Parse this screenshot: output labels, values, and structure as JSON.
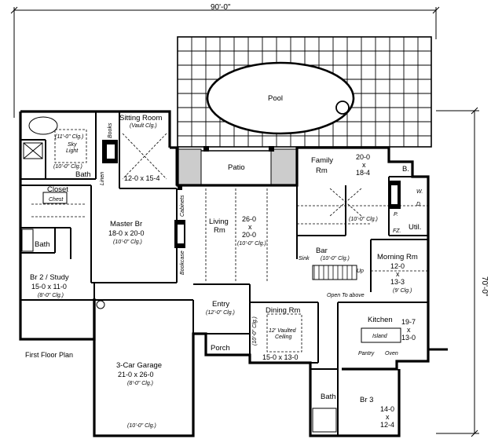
{
  "overall": {
    "width_dim": "90'-0\"",
    "depth_dim": "70'-0\""
  },
  "plan_title": "First Floor Plan",
  "rooms": {
    "pool": {
      "name": "Pool"
    },
    "patio": {
      "name": "Patio"
    },
    "sitting": {
      "name": "Sitting Room",
      "note": "(Vault Clg.)",
      "size": "12-0 x 15-4"
    },
    "sky": {
      "line1": "Sky",
      "line2": "Light",
      "ceiling_a": "(11'-0\" Clg.)",
      "ceiling_b": "(10'-0\" Clg.)"
    },
    "master_bath": {
      "name": "Bath"
    },
    "closet": {
      "name": "Closet",
      "chest": "Chest"
    },
    "bath2": {
      "name": "Bath"
    },
    "master": {
      "name": "Master Br",
      "size": "18-0 x 20-0",
      "ceiling": "(10'-0\" Clg.)"
    },
    "br2": {
      "name": "Br 2 / Study",
      "size": "15-0 x 11-0",
      "ceiling": "(8'-0\" Clg.)"
    },
    "living": {
      "name1": "Living",
      "name2": "Rm",
      "w": "26-0",
      "x": "x",
      "h": "20-0",
      "ceiling": "(10'-0\" Clg.)"
    },
    "family": {
      "name1": "Family",
      "name2": "Rm",
      "w": "20-0",
      "x": "x",
      "h": "18-4",
      "ceiling": "(10'-0\" Clg.)"
    },
    "bar": {
      "name": "Bar",
      "ceiling": "(10'-0\" Clg.)",
      "sink": "Sink",
      "up": "Up"
    },
    "open_above": "Open To above",
    "morning": {
      "name": "Morning Rm",
      "w": "12-0",
      "x": "x",
      "h": "13-3",
      "ceiling": "(9' Clg.)"
    },
    "b_small": {
      "name": "B."
    },
    "util": {
      "name": "Util.",
      "d": "D.",
      "w": "W.",
      "p": "P.",
      "fz": "FZ."
    },
    "kitchen": {
      "name": "Kitchen",
      "w": "19-7",
      "x": "x",
      "h": "13-0",
      "island": "Island",
      "pantry": "Pantry",
      "oven": "Oven"
    },
    "entry": {
      "name": "Entry",
      "ceiling": "(12'-0\" Clg.)"
    },
    "porch": {
      "name": "Porch"
    },
    "dining": {
      "name": "Dining Rm",
      "note1": "12' Vaulted",
      "note2": "Ceiling",
      "size": "15-0 x 13-0",
      "ceiling": "(10'-0\" Clg.)"
    },
    "garage": {
      "name": "3-Car Garage",
      "size": "21-0 x 26-0",
      "ceiling": "(8'-0\" Clg.)",
      "ceiling2": "(10'-0\" Clg.)"
    },
    "bath3": {
      "name": "Bath"
    },
    "br3": {
      "name": "Br 3",
      "w": "14-0",
      "x": "x",
      "h": "12-4"
    },
    "fireplace_labels": {
      "books": "Books",
      "linen": "Linen",
      "cabinets": "Cabinets",
      "bookcase": "Bookcase"
    }
  }
}
